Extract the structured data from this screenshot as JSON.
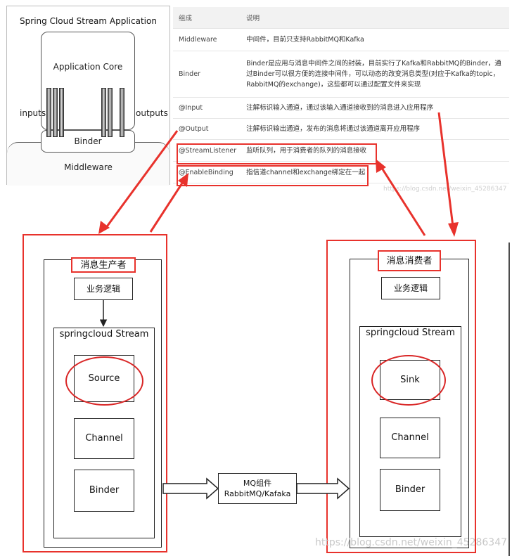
{
  "architecture": {
    "title": "Spring Cloud Stream Application",
    "core_label": "Application Core",
    "binder_label": "Binder",
    "middleware_label": "Middleware",
    "inputs_label": "inputs",
    "outputs_label": "outputs"
  },
  "table": {
    "headers": [
      "组成",
      "说明"
    ],
    "rows": [
      {
        "name": "Middleware",
        "desc": "中间件，目前只支持RabbitMQ和Kafka"
      },
      {
        "name": "Binder",
        "desc": "Binder是应用与消息中间件之间的封装，目前实行了Kafka和RabbitMQ的Binder，通过Binder可以很方便的连接中间件，可以动态的改变消息类型(对应于Kafka的topic，RabbitMQ的exchange)，这些都可以通过配置文件来实现"
      },
      {
        "name": "@Input",
        "desc": "注解标识输入通道，通过该输入通道接收到的消息进入应用程序"
      },
      {
        "name": "@Output",
        "desc": "注解标识输出通道，发布的消息将通过该通道离开应用程序"
      },
      {
        "name": "@StreamListener",
        "desc": "监听队列，用于消费者的队列的消息接收"
      },
      {
        "name": "@EnableBinding",
        "desc": "指信道channel和exchange绑定在一起"
      }
    ]
  },
  "producer": {
    "title": "消息生产者",
    "logic": "业务逻辑",
    "stream": "springcloud Stream",
    "source": "Source",
    "channel": "Channel",
    "binder": "Binder"
  },
  "consumer": {
    "title": "消息消费者",
    "logic": "业务逻辑",
    "stream": "springcloud Stream",
    "sink": "Sink",
    "channel": "Channel",
    "binder": "Binder"
  },
  "mq": {
    "line1": "MQ组件",
    "line2": "RabbitMQ/Kafaka"
  },
  "watermarks": {
    "upper": "https://blog.csdn.net/weixin_45286347",
    "lower": "https://blog.csdn.net/weixin_45286347"
  },
  "colors": {
    "highlight": "#e8322c",
    "line": "#222222"
  }
}
